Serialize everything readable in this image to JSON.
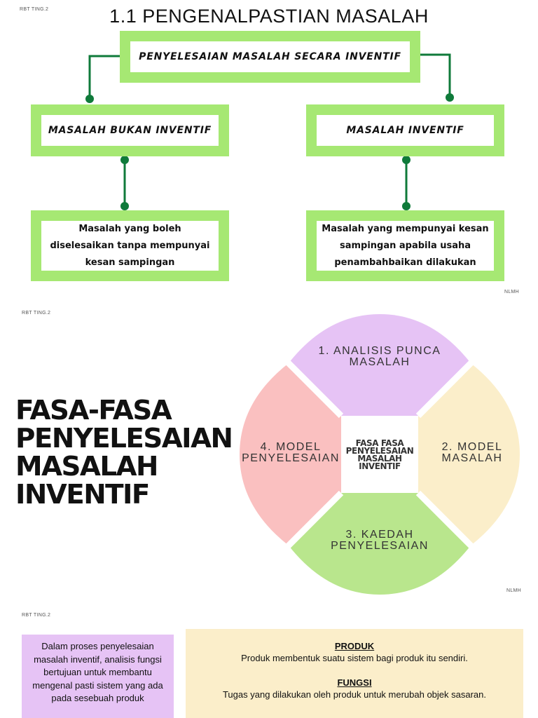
{
  "section1": {
    "tag": "RBT TING.2",
    "title": "1.1  PENGENALPASTIAN MASALAH",
    "root": "PENYELESAIAN MASALAH SECARA INVENTIF",
    "left_box": "MASALAH BUKAN INVENTIF",
    "right_box": "MASALAH INVENTIF",
    "left_desc": "Masalah yang boleh diselesaikan tanpa mempunyai kesan sampingan",
    "right_desc": "Masalah yang mempunyai kesan sampingan apabila usaha penambahbaikan dilakukan",
    "signature": "NLMH",
    "colors": {
      "box_border": "#a6e873",
      "connector": "#0f7a3a"
    }
  },
  "section2": {
    "tag": "RBT TING.2",
    "title": "FASA-FASA PENYELESAIAN MASALAH INVENTIF",
    "center": "FASA FASA PENYELESAIAN MASALAH INVENTIF",
    "segments": [
      {
        "label": "1. ANALISIS PUNCA MASALAH",
        "color": "#e6c3f5"
      },
      {
        "label": "2. MODEL MASALAH",
        "color": "#fbeeca"
      },
      {
        "label": "3. KAEDAH PENYELESAIAN",
        "color": "#b9e68d"
      },
      {
        "label": "4. MODEL PENYELESAIAN",
        "color": "#fac0c0"
      }
    ],
    "signature": "NLMH"
  },
  "section3": {
    "tag": "RBT TING.2",
    "purple_text": "Dalam proses penyelesaian masalah inventif, analisis fungsi bertujuan untuk membantu mengenal pasti sistem yang ada pada sesebuah produk",
    "produk_head": "PRODUK",
    "produk_text": "Produk membentuk suatu sistem bagi produk itu sendiri.",
    "fungsi_head": "FUNGSI",
    "fungsi_text": "Tugas yang dilakukan oleh produk untuk merubah objek sasaran.",
    "colors": {
      "purple": "#e6c3f5",
      "cream": "#fbeeca"
    }
  }
}
